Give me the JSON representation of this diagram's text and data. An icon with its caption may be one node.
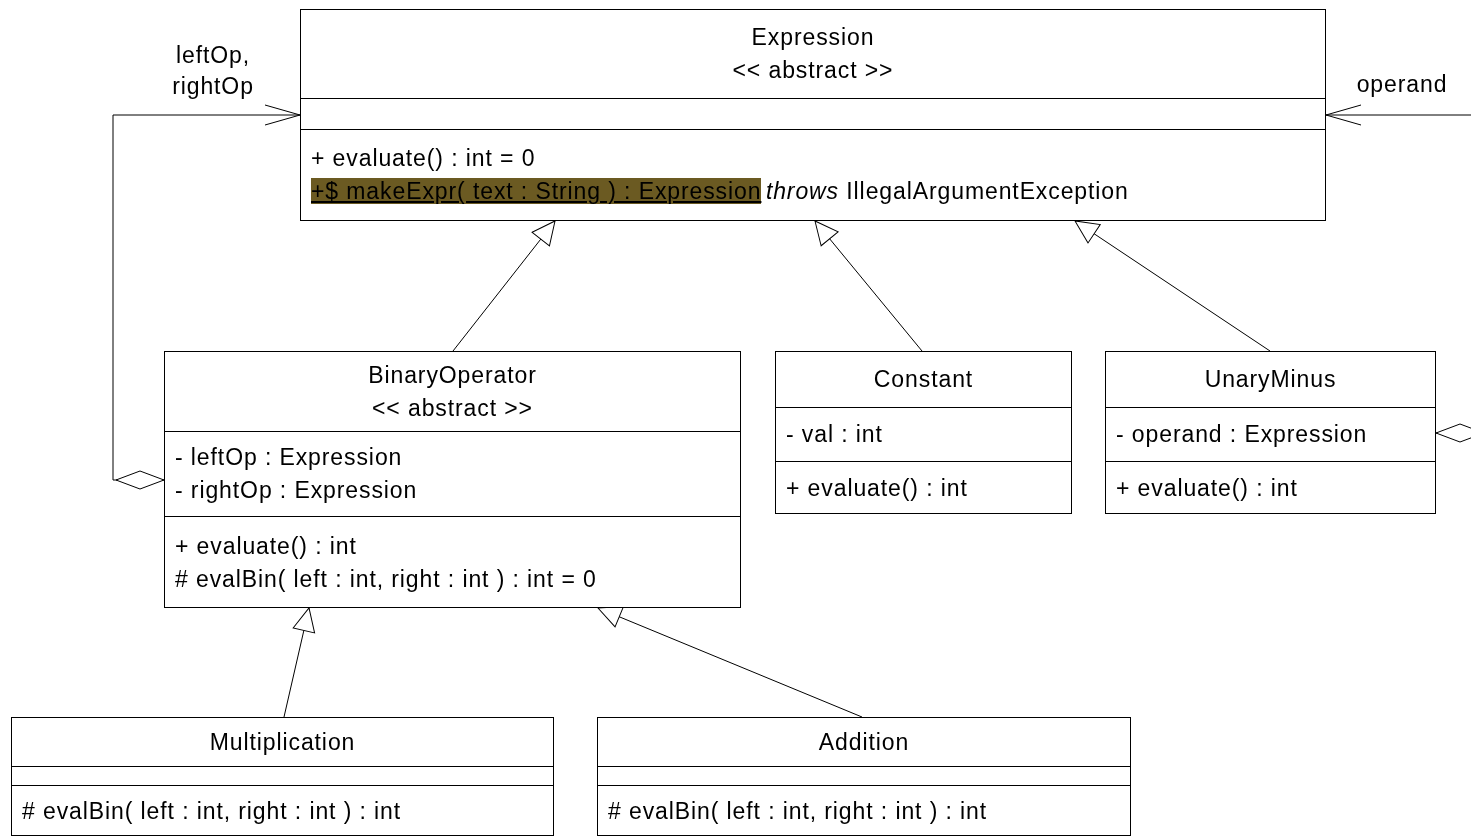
{
  "diagram": {
    "nodes": [
      {
        "text": [
          "Expression",
          "<< abstract >>",
          "+ evaluate() : int = 0",
          "+$ makeExpr( text : String ) : Expression",
          "*throws* IllegalArgumentException"
        ]
      },
      {
        "text": [
          "BinaryOperator",
          "<< abstract >>",
          "- leftOp : Expression",
          "- rightOp : Expression",
          "+ evaluate() : int",
          "# evalBin( left : int, right : int ) : int = 0"
        ]
      },
      {
        "text": [
          "Constant",
          "- val : int",
          "+ evaluate() : int"
        ]
      },
      {
        "text": [
          "UnaryMinus",
          "- operand : Expression",
          "+ evaluate() : int"
        ]
      },
      {
        "text": [
          "Multiplication",
          "# evalBin( left : int, right : int ) : int"
        ]
      },
      {
        "text": [
          "Addition",
          "# evalBin( left : int, right : int ) : int"
        ]
      }
    ],
    "edges": [
      {
        "from": 1,
        "to": 0,
        "arrow": "to"
      },
      {
        "from": 2,
        "to": 0,
        "arrow": "to"
      },
      {
        "from": 3,
        "to": 0,
        "arrow": "to"
      },
      {
        "from": 4,
        "to": 1,
        "arrow": "to"
      },
      {
        "from": 5,
        "to": 1,
        "arrow": "to"
      },
      {
        "from": 1,
        "to": 0,
        "arrow": "to",
        "label": "leftOp, rightOp"
      },
      {
        "from": 3,
        "to": 0,
        "arrow": "to",
        "label": "operand"
      }
    ]
  }
}
